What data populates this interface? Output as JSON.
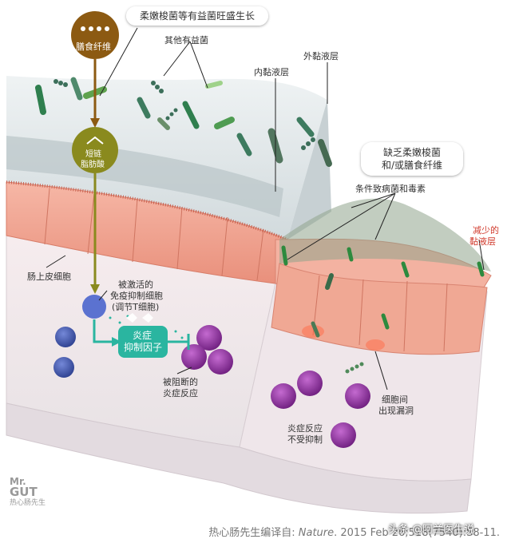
{
  "labels": {
    "title_top": "柔嫩梭菌等有益菌旺盛生长",
    "other_bacteria": "其他有益菌",
    "outer_mucus": "外黏液层",
    "inner_mucus": "内黏液层",
    "lack_callout_line1": "缺乏柔嫩梭菌",
    "lack_callout_line2": "和/或膳食纤维",
    "pathogens": "条件致病菌和毒素",
    "reduced_mucus_line1": "减少的",
    "reduced_mucus_line2": "黏液层",
    "epithelium": "肠上皮细胞",
    "activated_line1": "被激活的",
    "activated_line2": "免疫抑制细胞",
    "activated_line3": "(调节T细胞)",
    "inflam_factor_line1": "炎症",
    "inflam_factor_line2": "抑制因子",
    "blocked_line1": "被阻断的",
    "blocked_line2": "炎症反应",
    "gap_line1": "细胞间",
    "gap_line2": "出现漏洞",
    "uncontrolled_line1": "炎症反应",
    "uncontrolled_line2": "不受抑制",
    "fiber": "膳食纤维",
    "scfa_line1": "短链",
    "scfa_line2": "脂肪酸"
  },
  "logo": {
    "line1": "Mr.",
    "line2": "GUT",
    "line3": "热心肠先生"
  },
  "credit": {
    "prefix": "热心肠先生编译自: ",
    "journal": "Nature",
    "suffix": ". 2015 Feb 26;518(7540):S8-11.",
    "watermark": "头条 @阿兰医生说"
  },
  "colors": {
    "olive": "#8a8a1e",
    "brown": "#8c5a12",
    "teal": "#2ab5a0",
    "epithelium": "#f2a594",
    "mucus": "#dfe6e8"
  }
}
